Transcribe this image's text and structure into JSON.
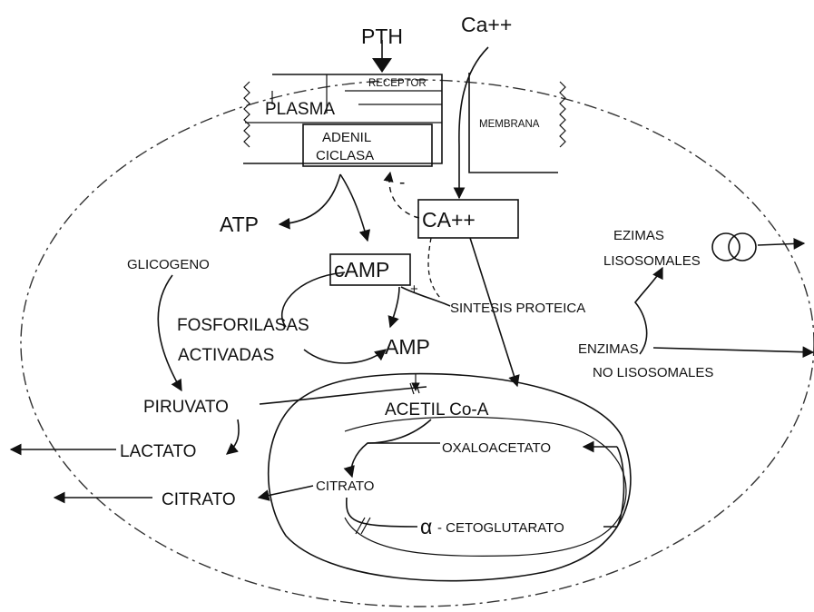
{
  "labels": {
    "pth": "PTH",
    "ca_in": "Ca++",
    "receptor": "RECEPTOR",
    "plasma": "PLASMA",
    "adenil": "ADENIL",
    "ciclasa": "CICLASA",
    "membrana": "MEMBRANA",
    "minus_sign": "-",
    "atp": "ATP",
    "ca_box": "CA++",
    "camp": "cAMP",
    "plus_sign": "+",
    "glicogeno": "GLICOGENO",
    "fosforilasas": "FOSFORILASAS",
    "activadas": "ACTIVADAS",
    "amp": "AMP",
    "sintesis": "SINTESIS PROTEICA",
    "ezimas": "EZIMAS",
    "lisosomales": "LISOSOMALES",
    "enzimas": "ENZIMAS",
    "no_lisosomales": "NO LISOSOMALES",
    "piruvato": "PIRUVATO",
    "acetil": "ACETIL Co-A",
    "lactato": "LACTATO",
    "oxaloacetato": "OXALOACETATO",
    "citrato_inner": "CITRATO",
    "citrato_outer": "CITRATO",
    "alpha": "α",
    "cetoglutarato": "- CETOGLUTARATO"
  },
  "colors": {
    "ink": "#111111",
    "background": "#ffffff"
  }
}
